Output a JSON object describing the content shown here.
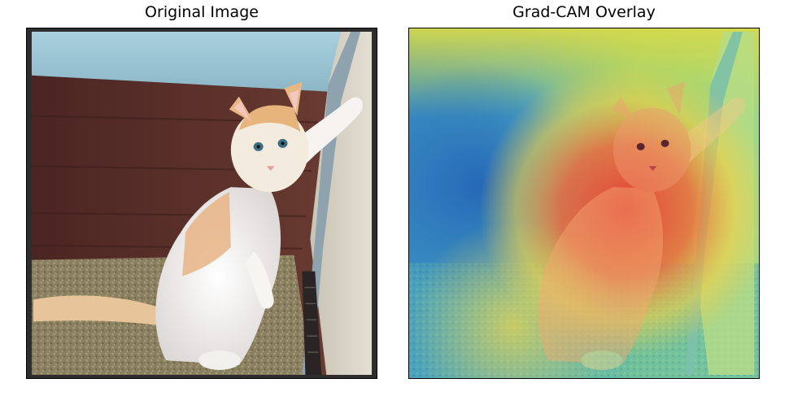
{
  "figure": {
    "panels": [
      {
        "title": "Original Image",
        "content": "photo-of-cat"
      },
      {
        "title": "Grad-CAM Overlay",
        "content": "photo-of-cat-with-heatmap"
      }
    ]
  },
  "colors": {
    "background": "#ffffff",
    "frame": "#000000",
    "wall": "#9ec6d6",
    "wood": "#5a2f28",
    "carpet": "#8d8360",
    "cat_white": "#f4f1ee",
    "cat_orange": "#e7b07a",
    "heat_hot": "#e8403a",
    "heat_warm": "#f5d23a",
    "heat_cool": "#2e79c6",
    "heat_mid": "#58c6a8"
  }
}
